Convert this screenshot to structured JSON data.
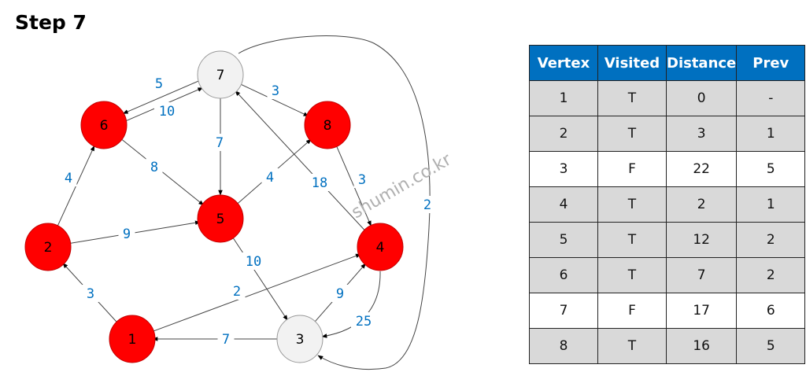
{
  "title": "Step 7",
  "watermark": "shumin.co.kr",
  "colors": {
    "visited": "#ff0000",
    "unvisited": "#f2f2f2",
    "edge_label": "#0070c0",
    "header": "#0070c0"
  },
  "nodes": [
    {
      "id": "1",
      "visited": true
    },
    {
      "id": "2",
      "visited": true
    },
    {
      "id": "3",
      "visited": false
    },
    {
      "id": "4",
      "visited": true
    },
    {
      "id": "5",
      "visited": true
    },
    {
      "id": "6",
      "visited": true
    },
    {
      "id": "7",
      "visited": false
    },
    {
      "id": "8",
      "visited": true
    }
  ],
  "edges": [
    {
      "from": "7",
      "to": "6",
      "weight": "5"
    },
    {
      "from": "6",
      "to": "7",
      "weight": "10"
    },
    {
      "from": "7",
      "to": "8",
      "weight": "3"
    },
    {
      "from": "7",
      "to": "5",
      "weight": "7"
    },
    {
      "from": "6",
      "to": "5",
      "weight": "8"
    },
    {
      "from": "5",
      "to": "8",
      "weight": "4"
    },
    {
      "from": "4",
      "to": "7",
      "weight": "18"
    },
    {
      "from": "8",
      "to": "4",
      "weight": "3"
    },
    {
      "from": "2",
      "to": "6",
      "weight": "4"
    },
    {
      "from": "2",
      "to": "5",
      "weight": "9"
    },
    {
      "from": "5",
      "to": "3",
      "weight": "10"
    },
    {
      "from": "1",
      "to": "2",
      "weight": "3"
    },
    {
      "from": "1",
      "to": "4",
      "weight": "2"
    },
    {
      "from": "3",
      "to": "4",
      "weight": "9"
    },
    {
      "from": "4",
      "to": "3",
      "weight": "25"
    },
    {
      "from": "3",
      "to": "1",
      "weight": "7"
    },
    {
      "from": "7",
      "to": "3",
      "weight": "2"
    }
  ],
  "table": {
    "headers": [
      "Vertex",
      "Visited",
      "Distance",
      "Prev"
    ],
    "rows": [
      [
        "1",
        "T",
        "0",
        "-"
      ],
      [
        "2",
        "T",
        "3",
        "1"
      ],
      [
        "3",
        "F",
        "22",
        "5"
      ],
      [
        "4",
        "T",
        "2",
        "1"
      ],
      [
        "5",
        "T",
        "12",
        "2"
      ],
      [
        "6",
        "T",
        "7",
        "2"
      ],
      [
        "7",
        "F",
        "17",
        "6"
      ],
      [
        "8",
        "T",
        "16",
        "5"
      ]
    ]
  }
}
